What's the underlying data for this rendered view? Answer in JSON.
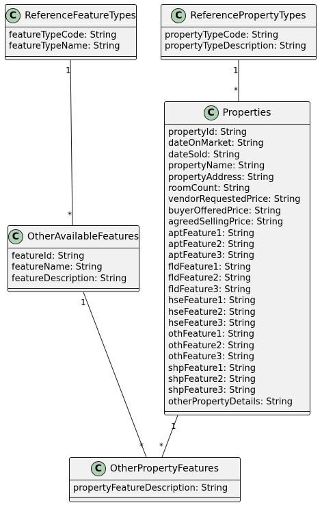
{
  "classes": {
    "reference_feature_types": {
      "name": "ReferenceFeatureTypes",
      "stereotype": "C",
      "attributes": [
        "featureTypeCode: String",
        "featureTypeName: String"
      ]
    },
    "reference_property_types": {
      "name": "ReferencePropertyTypes",
      "stereotype": "C",
      "attributes": [
        "propertyTypeCode: String",
        "propertyTypeDescription: String"
      ]
    },
    "properties": {
      "name": "Properties",
      "stereotype": "C",
      "attributes": [
        "propertyId: String",
        "dateOnMarket: String",
        "dateSold: String",
        "propertyName: String",
        "propertyAddress: String",
        "roomCount: String",
        "vendorRequestedPrice: String",
        "buyerOfferedPrice: String",
        "agreedSellingPrice: String",
        "aptFeature1: String",
        "aptFeature2: String",
        "aptFeature3: String",
        "fldFeature1: String",
        "fldFeature2: String",
        "fldFeature3: String",
        "hseFeature1: String",
        "hseFeature2: String",
        "hseFeature3: String",
        "othFeature1: String",
        "othFeature2: String",
        "othFeature3: String",
        "shpFeature1: String",
        "shpFeature2: String",
        "shpFeature3: String",
        "otherPropertyDetails: String"
      ]
    },
    "other_available_features": {
      "name": "OtherAvailableFeatures",
      "stereotype": "C",
      "attributes": [
        "featureId: String",
        "featureName: String",
        "featureDescription: String"
      ]
    },
    "other_property_features": {
      "name": "OtherPropertyFeatures",
      "stereotype": "C",
      "attributes": [
        "propertyFeatureDescription: String"
      ]
    }
  },
  "associations": [
    {
      "from": "ReferenceFeatureTypes",
      "to": "OtherAvailableFeatures",
      "from_mult": "1",
      "to_mult": "*"
    },
    {
      "from": "ReferencePropertyTypes",
      "to": "Properties",
      "from_mult": "1",
      "to_mult": "*"
    },
    {
      "from": "OtherAvailableFeatures",
      "to": "OtherPropertyFeatures",
      "from_mult": "1",
      "to_mult": "*"
    },
    {
      "from": "Properties",
      "to": "OtherPropertyFeatures",
      "from_mult": "1",
      "to_mult": "*"
    }
  ],
  "colors": {
    "class_fill": "#f1f1f1",
    "badge_fill": "#add1b2",
    "border": "#181818"
  }
}
